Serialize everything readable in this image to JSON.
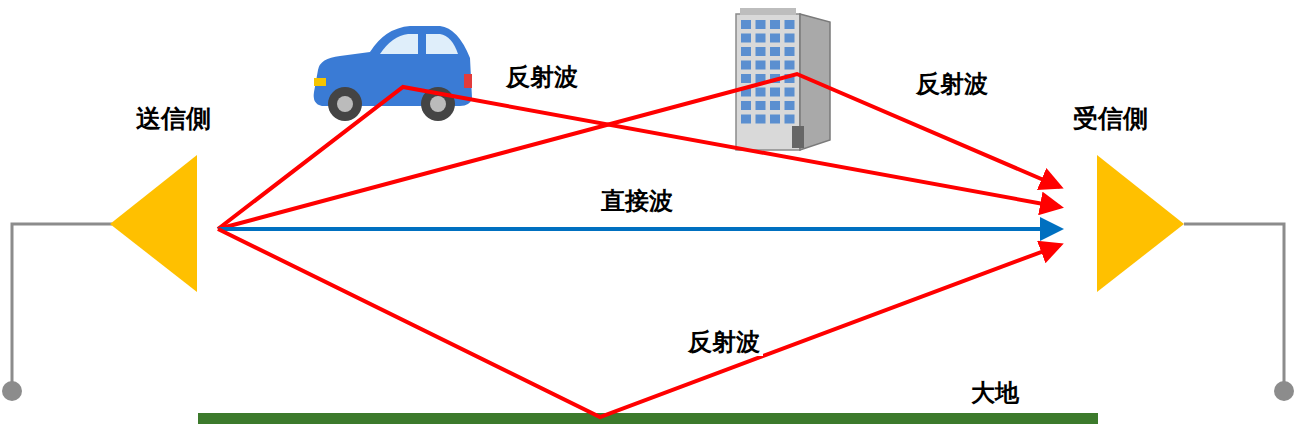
{
  "diagram": {
    "nodes": [
      {
        "text": [
          "送信側"
        ]
      },
      {
        "text": [
          "受信側"
        ]
      }
    ],
    "edges": [
      {
        "from": 0,
        "to": 1,
        "arrow": "to",
        "label": "反射波"
      },
      {
        "from": 0,
        "to": 1,
        "arrow": "to",
        "label": "反射波"
      },
      {
        "from": 0,
        "to": 1,
        "arrow": "to",
        "label": "直接波"
      },
      {
        "from": 0,
        "to": 1,
        "arrow": "to",
        "label": "反射波"
      }
    ],
    "labels": [
      "大地"
    ]
  }
}
